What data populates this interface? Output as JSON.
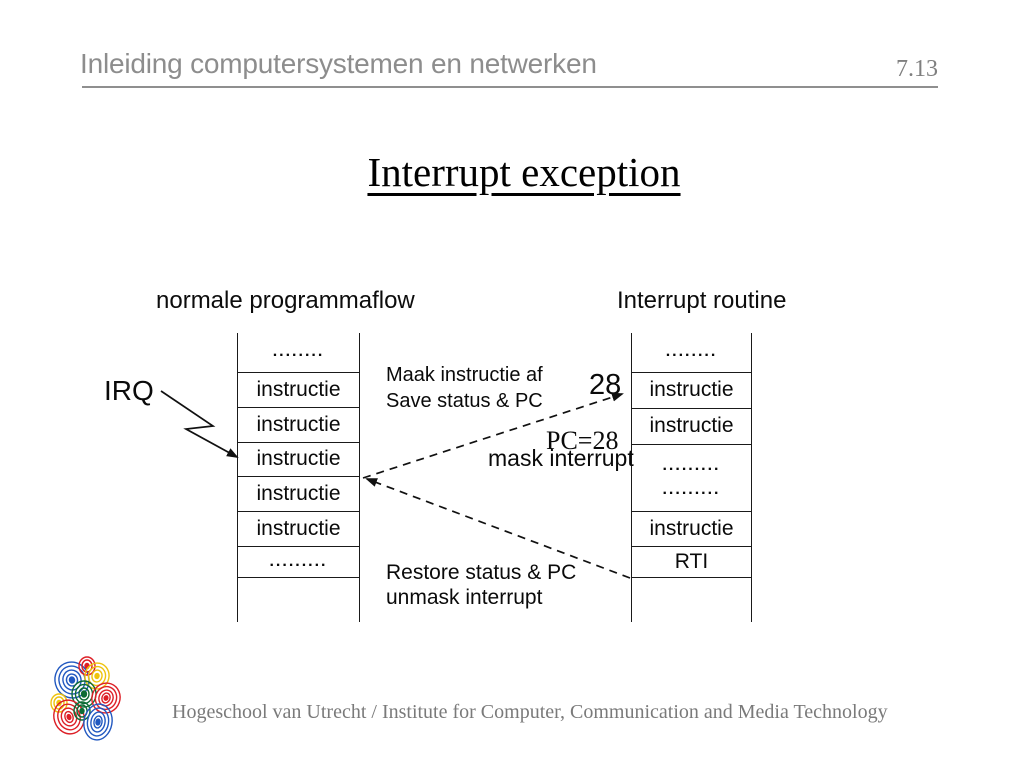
{
  "header": {
    "course_title": "Inleiding computersystemen en netwerken",
    "slide_number": "7.13"
  },
  "slide_title": "Interrupt exception",
  "diagram": {
    "left_column_label": "normale programmaflow",
    "right_column_label": "Interrupt routine",
    "irq_label": "IRQ",
    "left_rows": [
      "........",
      "instructie",
      "instructie",
      "instructie",
      "instructie",
      "instructie",
      ".........",
      ""
    ],
    "right_rows": [
      "........",
      "instructie",
      "instructie",
      "instructie",
      "RTI",
      ""
    ],
    "right_dots_row_line1": ".........",
    "right_dots_row_line2": ".........",
    "annotations": {
      "entry_line1": "Maak instructie af",
      "entry_line2": "Save status & PC",
      "vector_value": "28",
      "pc_value": "PC=28",
      "mask": "mask interrupt",
      "return_line1": "Restore status & PC",
      "return_line2": "unmask interrupt"
    }
  },
  "footer": {
    "institution": "Hogeschool van Utrecht / Institute for Computer, Communication and Media Technology"
  },
  "colors": {
    "logo-blue": "#2158c0",
    "logo-red": "#dd1f26",
    "logo-yellow": "#eec30e",
    "logo-green": "#0d6b35",
    "gray-header": "#8d8d8d",
    "gray-footer": "#7a7a7a"
  }
}
